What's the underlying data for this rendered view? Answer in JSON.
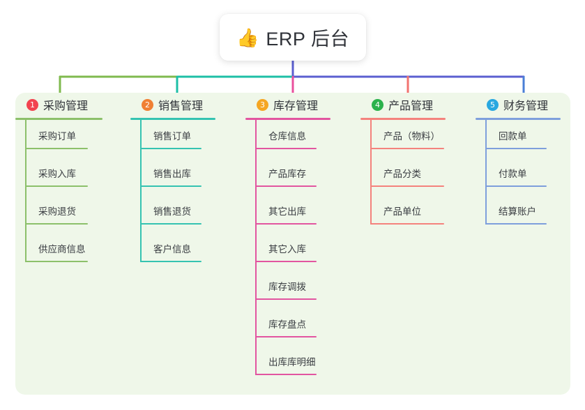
{
  "root": {
    "icon": "thumbs-up-icon",
    "emoji": "👍",
    "title": "ERP 后台"
  },
  "palette": {
    "panel_bg": "#eff7e9",
    "page_bg": "#ffffff",
    "root_text": "#2f3238",
    "leaf_text": "#3a3d42",
    "trunk": "#5b5fd0"
  },
  "connectors": {
    "trunk_color": "#5b5fd0",
    "bar_left_color": "#7fba4e",
    "bar_mid_color": "#1dbfa6",
    "bar_right_color": "#5b5fd0",
    "drops": [
      "#7fba4e",
      "#1dbfa6",
      "#ea4f9c",
      "#f2736f",
      "#4a7fd6"
    ]
  },
  "branches": [
    {
      "number": "1",
      "title": "采购管理",
      "badge_color": "#f2434f",
      "line_color": "#8cc06a",
      "width": 165,
      "underline_width": 125,
      "leaf_underline_width": 90,
      "items": [
        {
          "label": "采购订单"
        },
        {
          "label": "采购入库"
        },
        {
          "label": "采购退货"
        },
        {
          "label": "供应商信息"
        }
      ]
    },
    {
      "number": "2",
      "title": "销售管理",
      "badge_color": "#f08034",
      "line_color": "#35c3b1",
      "width": 165,
      "underline_width": 122,
      "leaf_underline_width": 88,
      "items": [
        {
          "label": "销售订单"
        },
        {
          "label": "销售出库"
        },
        {
          "label": "销售退货"
        },
        {
          "label": "客户信息"
        }
      ]
    },
    {
      "number": "3",
      "title": "库存管理",
      "badge_color": "#f5a623",
      "line_color": "#e255a0",
      "width": 165,
      "underline_width": 122,
      "leaf_underline_width": 88,
      "items": [
        {
          "label": "仓库信息"
        },
        {
          "label": "产品库存"
        },
        {
          "label": "其它出库"
        },
        {
          "label": "其它入库"
        },
        {
          "label": "库存调拨"
        },
        {
          "label": "库存盘点"
        },
        {
          "label": "出库库明细"
        }
      ]
    },
    {
      "number": "4",
      "title": "产品管理",
      "badge_color": "#2bb24c",
      "line_color": "#f4827d",
      "width": 165,
      "underline_width": 122,
      "leaf_underline_width": 106,
      "items": [
        {
          "label": "产品（物料）"
        },
        {
          "label": "产品分类"
        },
        {
          "label": "产品单位"
        }
      ]
    },
    {
      "number": "5",
      "title": "财务管理",
      "badge_color": "#29a8e0",
      "line_color": "#7e9fdc",
      "width": 136,
      "underline_width": 122,
      "leaf_underline_width": 88,
      "items": [
        {
          "label": "回款单"
        },
        {
          "label": "付款单"
        },
        {
          "label": "结算账户"
        }
      ]
    }
  ]
}
